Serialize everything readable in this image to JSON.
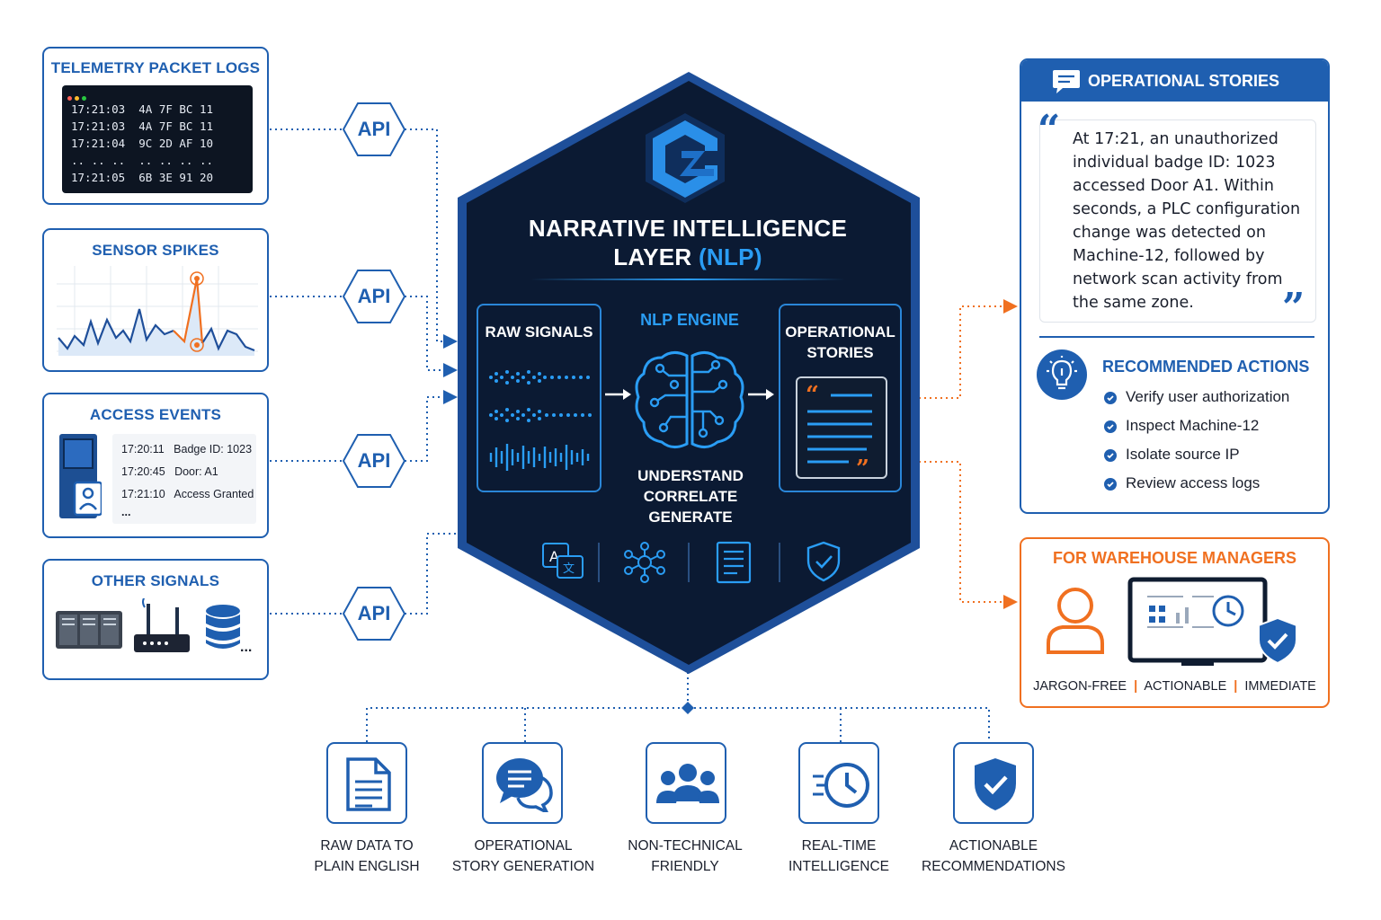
{
  "inputs": {
    "telemetry": {
      "title": "TELEMETRY PACKET LOGS",
      "lines": [
        "17:21:03  4A 7F BC 11",
        "17:21:03  4A 7F BC 11",
        "17:21:04  9C 2D AF 10",
        ".. .. ..  .. .. .. ..",
        "17:21:05  6B 3E 91 20"
      ]
    },
    "sensor": {
      "title": "SENSOR SPIKES"
    },
    "access": {
      "title": "ACCESS EVENTS",
      "lines": [
        "17:20:11   Badge ID: 1023",
        "17:20:45   Door: A1",
        "17:21:10   Access Granted",
        "..."
      ]
    },
    "other": {
      "title": "OTHER SIGNALS",
      "more": "..."
    },
    "api_label": "API"
  },
  "core": {
    "title_line1": "NARRATIVE INTELLIGENCE",
    "title_line2": "LAYER",
    "title_highlight": "(NLP)",
    "raw_signals": "RAW SIGNALS",
    "engine": "NLP ENGINE",
    "stories_line1": "OPERATIONAL",
    "stories_line2": "STORIES",
    "steps": [
      "UNDERSTAND",
      "CORRELATE",
      "GENERATE"
    ],
    "icons": [
      "translate-icon",
      "network-icon",
      "document-icon",
      "shield-icon"
    ]
  },
  "outputs": {
    "stories": {
      "title": "OPERATIONAL STORIES",
      "text": "At 17:21, an unauthorized individual badge ID: 1023 accessed Door A1. Within seconds, a PLC configuration change was detected on Machine-12, followed by network scan activity from the same zone."
    },
    "actions": {
      "title": "RECOMMENDED ACTIONS",
      "items": [
        "Verify user authorization",
        "Inspect Machine-12",
        "Isolate source IP",
        "Review access logs"
      ]
    },
    "managers": {
      "title": "FOR WAREHOUSE MANAGERS",
      "traits": [
        "JARGON-FREE",
        "ACTIONABLE",
        "IMMEDIATE"
      ],
      "separator": "|"
    }
  },
  "features": [
    {
      "line1": "RAW DATA TO",
      "line2": "PLAIN ENGLISH",
      "icon": "document-icon"
    },
    {
      "line1": "OPERATIONAL",
      "line2": "STORY GENERATION",
      "icon": "chat-icon"
    },
    {
      "line1": "NON-TECHNICAL",
      "line2": "FRIENDLY",
      "icon": "users-icon"
    },
    {
      "line1": "REAL-TIME",
      "line2": "INTELLIGENCE",
      "icon": "clock-icon"
    },
    {
      "line1": "ACTIONABLE",
      "line2": "RECOMMENDATIONS",
      "icon": "shield-check-icon"
    }
  ],
  "colors": {
    "primary": "#1f5fb0",
    "accent": "#f07020",
    "dark": "#0b1a33",
    "cyan": "#2a9df4"
  }
}
